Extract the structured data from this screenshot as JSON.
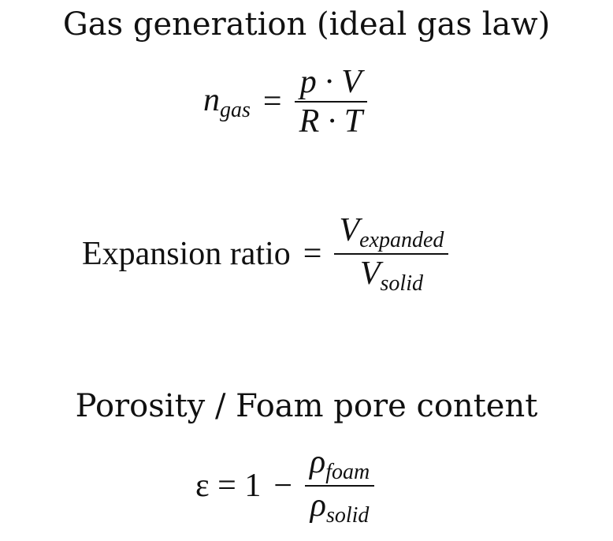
{
  "headings": [
    "Gas generation (ideal gas law)",
    "Porosity / Foam pore content"
  ],
  "eq1": {
    "lhs": "n",
    "lhs_sub": "gas",
    "op": "=",
    "num": "p · V",
    "den": "R · T"
  },
  "eq2": {
    "lhs": "Expansion ratio",
    "op": "=",
    "num": "V",
    "num_sub": "expanded",
    "den": "V",
    "den_sub": "solid"
  },
  "eq3": {
    "lhs": "ε = 1",
    "op": "−",
    "num": "ρ",
    "num_sub": "foam",
    "den": "ρ",
    "den_sub": "solid"
  }
}
